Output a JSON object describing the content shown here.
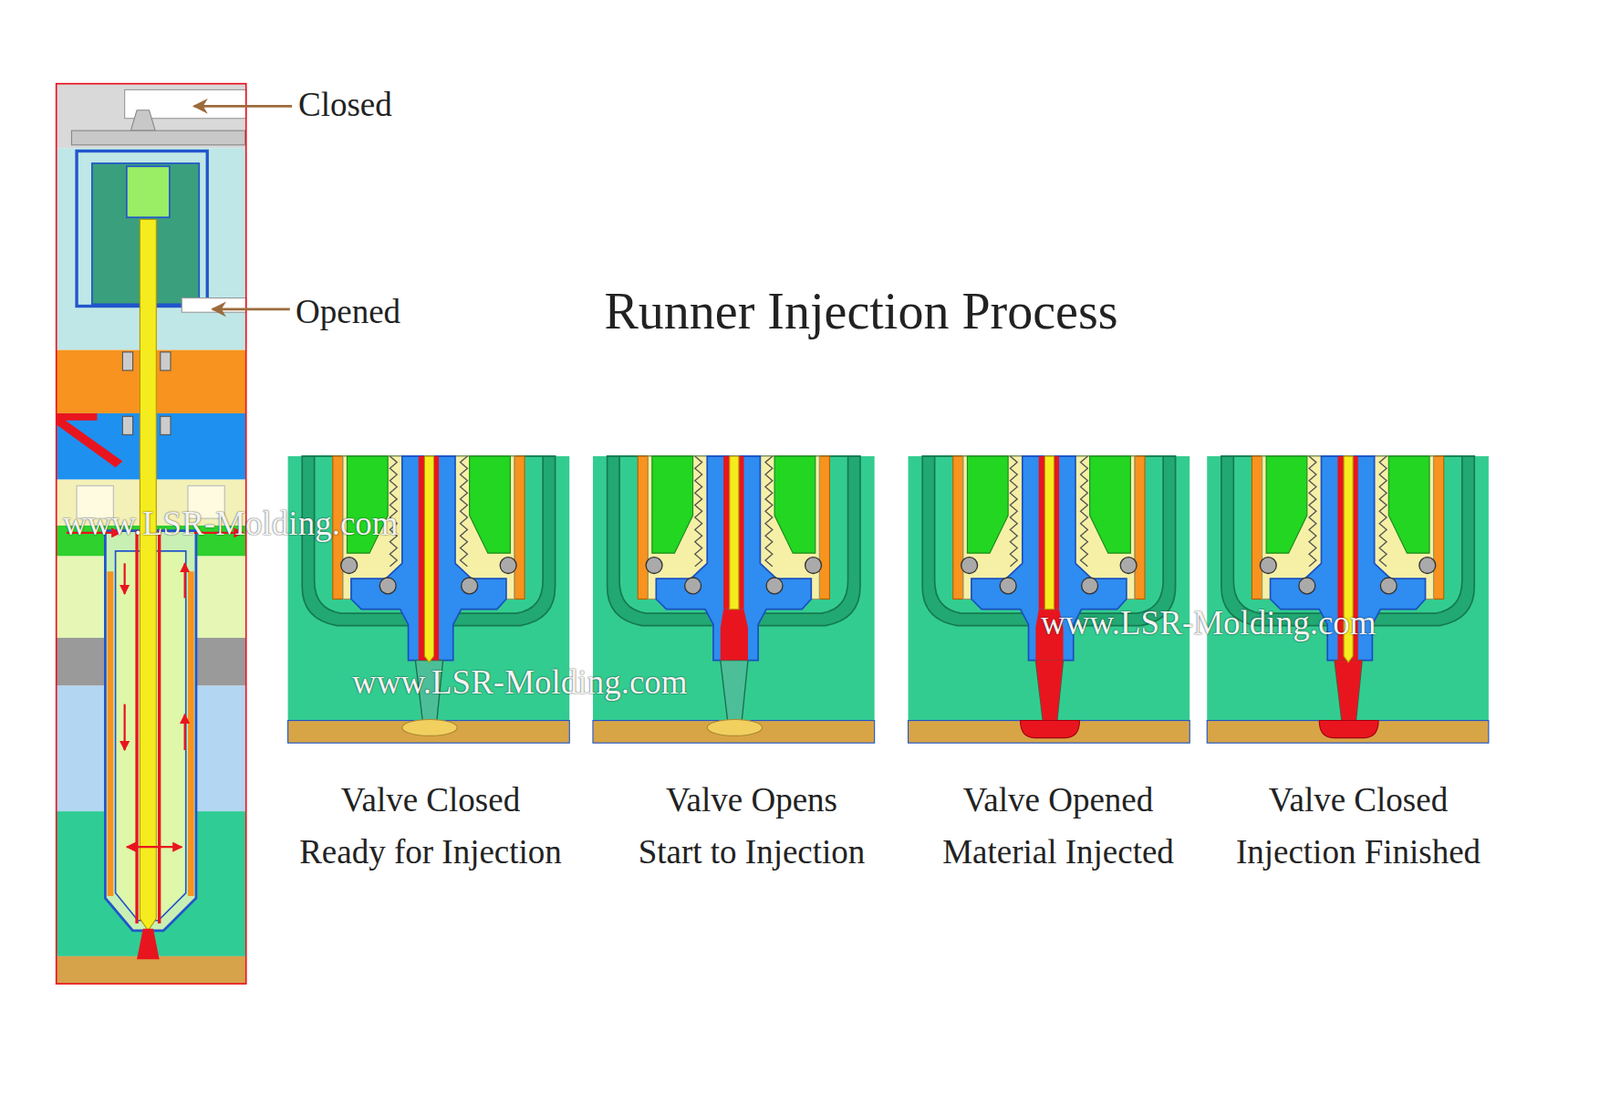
{
  "diagram": {
    "title": "Runner Injection Process",
    "labels": [
      "Closed",
      "Opened",
      "www.LSR-Molding.com",
      "www.LSR-Molding.com",
      "www.LSR-Molding.com",
      "Valve Closed Ready for Injection",
      "Valve Opens Start to Injection",
      "Valve Opened Material Injected",
      "Valve Closed Injection Finished"
    ]
  }
}
